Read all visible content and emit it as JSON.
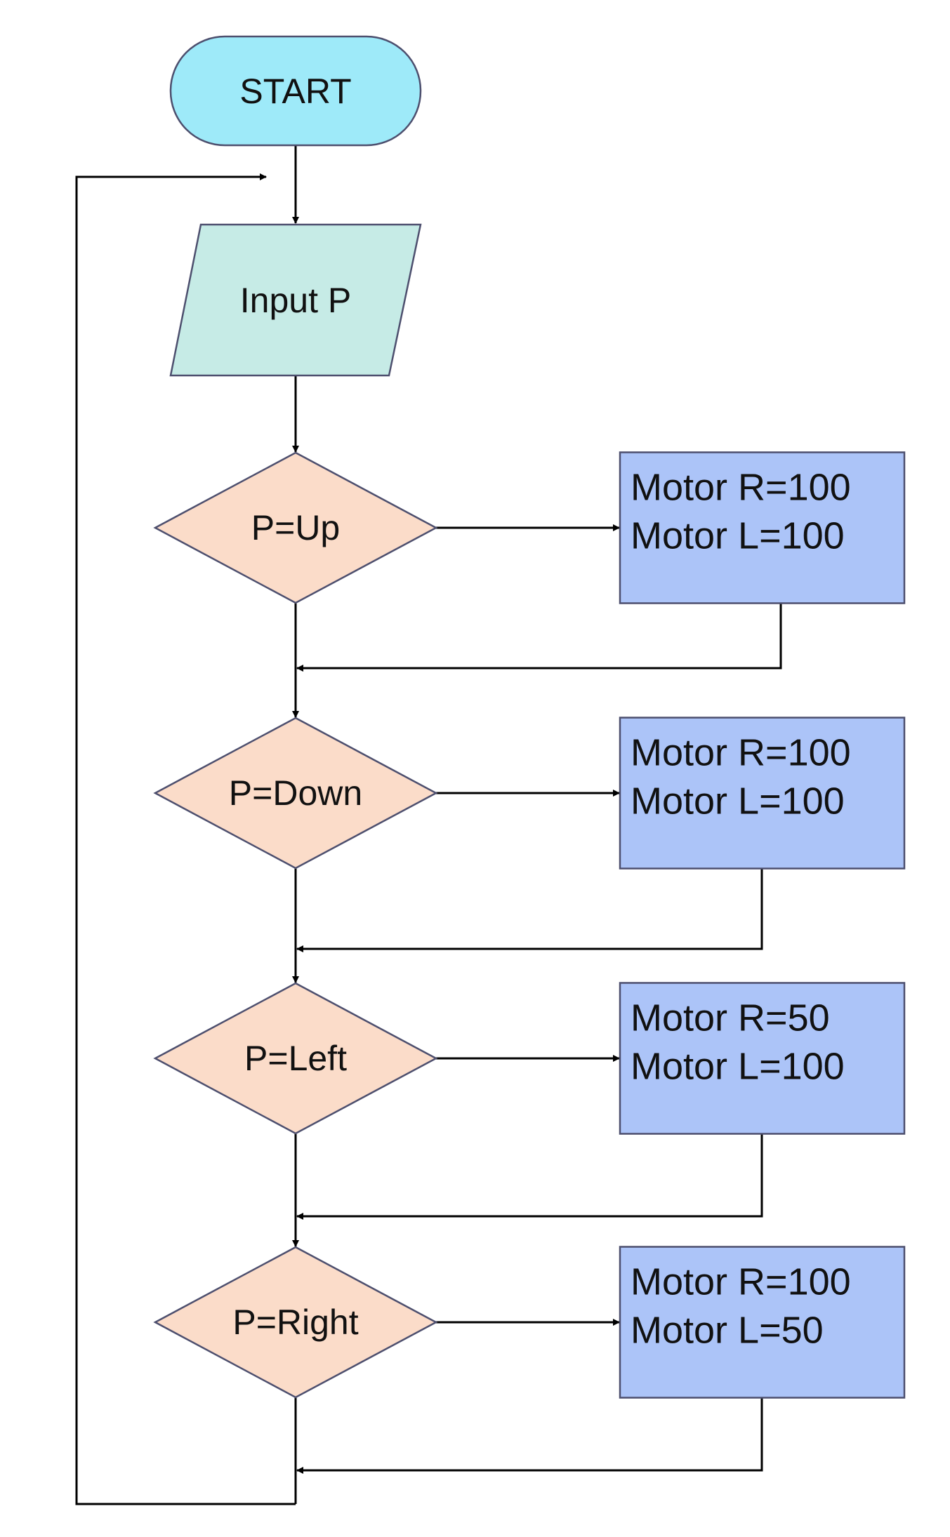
{
  "diagram": {
    "start": {
      "label": "START",
      "color": "#9eeaf9"
    },
    "input": {
      "label": "Input P",
      "color": "#c6ebe6"
    },
    "decision_color": "#fbdcc9",
    "action_color": "#acc4f8",
    "decisions": [
      {
        "label": "P=Up",
        "action": [
          "Motor R=100",
          "Motor L=100"
        ]
      },
      {
        "label": "P=Down",
        "action": [
          "Motor R=100",
          "Motor L=100"
        ]
      },
      {
        "label": "P=Left",
        "action": [
          "Motor R=50",
          "Motor L=100"
        ]
      },
      {
        "label": "P=Right",
        "action": [
          "Motor R=100",
          "Motor L=50"
        ]
      }
    ]
  }
}
